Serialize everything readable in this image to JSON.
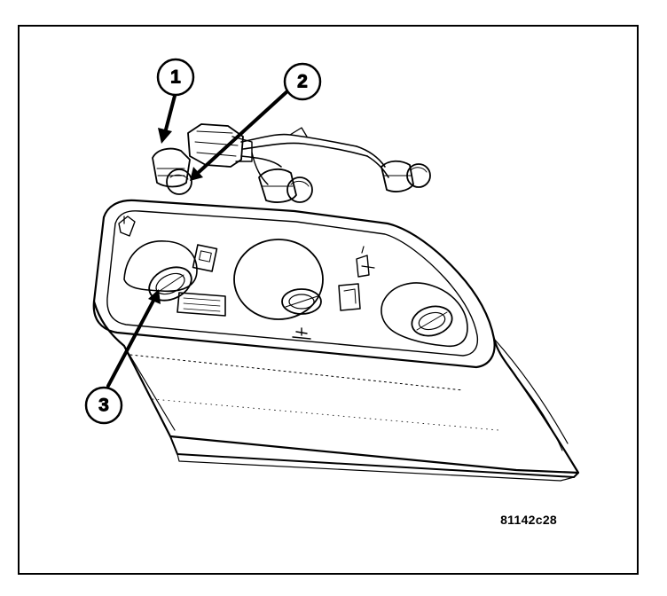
{
  "callouts": [
    {
      "number": "1"
    },
    {
      "number": "2"
    },
    {
      "number": "3"
    }
  ],
  "figure_code": "81142c28"
}
